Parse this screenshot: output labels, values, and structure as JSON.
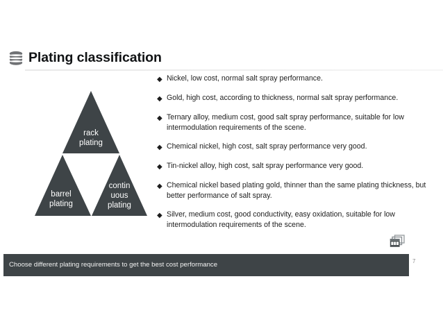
{
  "slide": {
    "title": "Plating classification",
    "title_icon": "disk-stack-icon",
    "page_number": "7",
    "corner_icon": "stacked-windows-icon",
    "accent_dark": "#3e4447",
    "background": "#ffffff"
  },
  "diagram": {
    "type": "sierpinski-triangle",
    "fill_color": "#3e4447",
    "label_color": "#ffffff",
    "segments": [
      {
        "position": "top",
        "lines": [
          "rack",
          "plating"
        ]
      },
      {
        "position": "bottom-left",
        "lines": [
          "barrel",
          "plating"
        ]
      },
      {
        "position": "bottom-right",
        "lines": [
          "contin",
          "uous",
          "plating"
        ]
      }
    ]
  },
  "bullets": {
    "marker": "◆",
    "items": [
      {
        "text": "Nickel, low cost, normal salt spray performance."
      },
      {
        "text": "Gold, high cost, according to thickness, normal salt spray performance."
      },
      {
        "text": "Ternary alloy, medium cost, good salt spray performance, suitable for low intermodulation requirements of the scene."
      },
      {
        "text": "Chemical nickel, high cost, salt spray performance very good."
      },
      {
        "text": "Tin-nickel alloy, high cost, salt spray performance very good."
      },
      {
        "text": "Chemical nickel based plating gold, thinner than the same plating thickness, but better performance of salt spray."
      },
      {
        "text": "Silver, medium cost, good conductivity, easy oxidation, suitable for low intermodulation requirements of the scene."
      }
    ]
  },
  "banner": {
    "text": "Choose different plating requirements to get the best cost performance"
  }
}
